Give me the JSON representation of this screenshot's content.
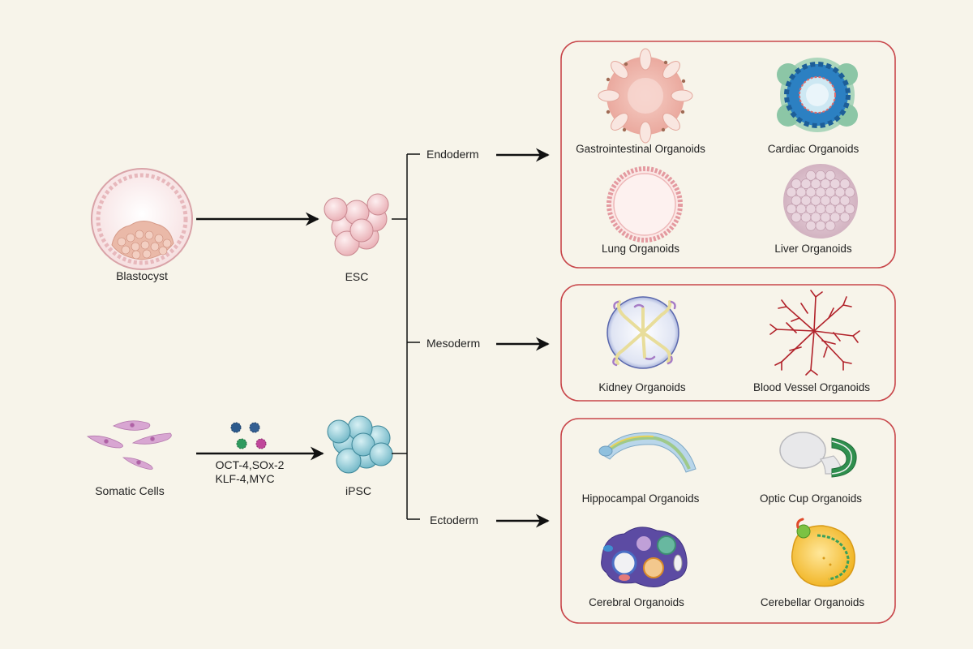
{
  "colors": {
    "background": "#f7f4ea",
    "box_border": "#c8464a",
    "arrow": "#111111"
  },
  "sources": {
    "blastocyst_label": "Blastocyst",
    "somatic_label": "Somatic Cells",
    "factors_line1": "OCT-4,SOx-2",
    "factors_line2": "KLF-4,MYC"
  },
  "stem_cells": {
    "esc_label": "ESC",
    "ipsc_label": "iPSC"
  },
  "germ_layers": {
    "endoderm": "Endoderm",
    "mesoderm": "Mesoderm",
    "ectoderm": "Ectoderm"
  },
  "organoids": {
    "endoderm_group": [
      {
        "label": "Gastrointestinal Organoids",
        "icon": "gastrointestinal-organoid-icon"
      },
      {
        "label": "Cardiac Organoids",
        "icon": "cardiac-organoid-icon"
      },
      {
        "label": "Lung Organoids",
        "icon": "lung-organoid-icon"
      },
      {
        "label": "Liver Organoids",
        "icon": "liver-organoid-icon"
      }
    ],
    "mesoderm_group": [
      {
        "label": "Kidney Organoids",
        "icon": "kidney-organoid-icon"
      },
      {
        "label": "Blood Vessel Organoids",
        "icon": "blood-vessel-organoid-icon"
      }
    ],
    "ectoderm_group": [
      {
        "label": "Hippocampal Organoids",
        "icon": "hippocampal-organoid-icon"
      },
      {
        "label": "Optic Cup Organoids",
        "icon": "optic-cup-organoid-icon"
      },
      {
        "label": "Cerebral Organoids",
        "icon": "cerebral-organoid-icon"
      },
      {
        "label": "Cerebellar Organoids",
        "icon": "cerebellar-organoid-icon"
      }
    ]
  }
}
